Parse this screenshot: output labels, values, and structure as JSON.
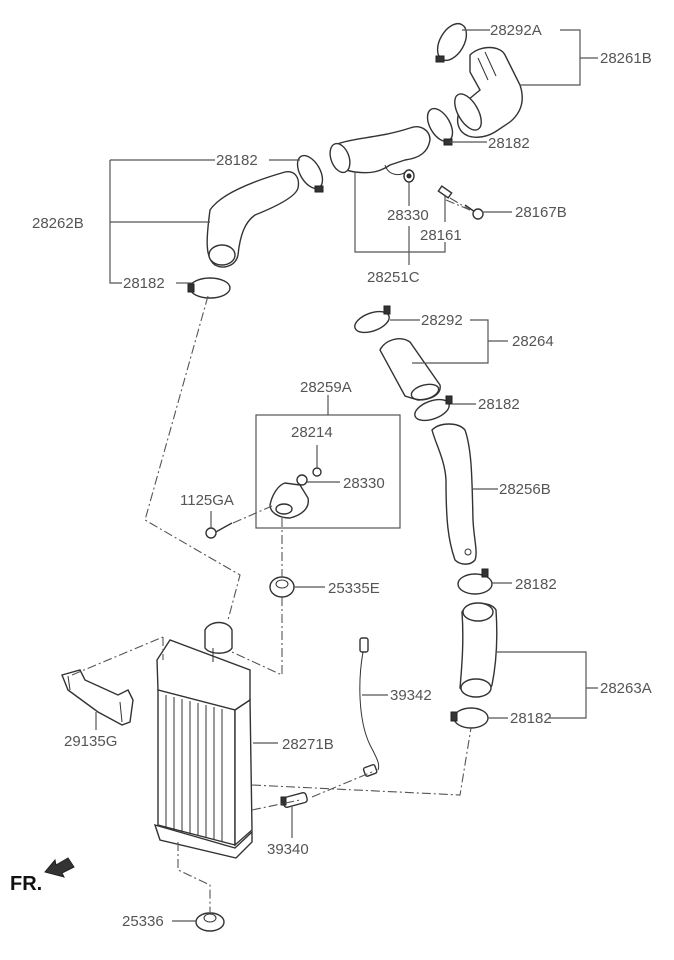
{
  "diagram": {
    "title": "Intercooler & Charge Air Hose Assembly",
    "orientation_label": "FR.",
    "orientation_icon": "front-direction-arrow-icon",
    "colors": {
      "background": "#ffffff",
      "line": "#333333",
      "label_text": "#555555"
    },
    "parts": [
      {
        "id": "p01",
        "number": "28292A",
        "description": "hose clamp"
      },
      {
        "id": "p02",
        "number": "28261B",
        "description": "upper hose assembly (group)"
      },
      {
        "id": "p03",
        "number": "28182",
        "description": "hose clamp (at 28261B)"
      },
      {
        "id": "p04",
        "number": "28182",
        "description": "hose clamp (upper left hose, top)"
      },
      {
        "id": "p05",
        "number": "28262B",
        "description": "bent hose (group)"
      },
      {
        "id": "p06",
        "number": "28182",
        "description": "hose clamp (upper left hose, bottom)"
      },
      {
        "id": "p07",
        "number": "28330",
        "description": "washer/cap"
      },
      {
        "id": "p08",
        "number": "28161",
        "description": "stud/pin"
      },
      {
        "id": "p09",
        "number": "28167B",
        "description": "bolt"
      },
      {
        "id": "p10",
        "number": "28251C",
        "description": "pipe assembly (group)"
      },
      {
        "id": "p11",
        "number": "28292",
        "description": "hose clamp"
      },
      {
        "id": "p12",
        "number": "28264",
        "description": "hose (group)"
      },
      {
        "id": "p13",
        "number": "28182",
        "description": "hose clamp (below 28264)"
      },
      {
        "id": "p14",
        "number": "28259A",
        "description": "bracket assembly (boxed group)"
      },
      {
        "id": "p15",
        "number": "28214",
        "description": "nut"
      },
      {
        "id": "p16",
        "number": "28330",
        "description": "washer (in bracket group)"
      },
      {
        "id": "p17",
        "number": "1125GA",
        "description": "bolt"
      },
      {
        "id": "p18",
        "number": "28256B",
        "description": "pipe"
      },
      {
        "id": "p19",
        "number": "25335E",
        "description": "mount insulator (top)"
      },
      {
        "id": "p20",
        "number": "28182",
        "description": "hose clamp (above 28263A)"
      },
      {
        "id": "p21",
        "number": "28263A",
        "description": "hose (group)"
      },
      {
        "id": "p22",
        "number": "28182",
        "description": "hose clamp (below 28263A)"
      },
      {
        "id": "p23",
        "number": "39342",
        "description": "sensor wire harness"
      },
      {
        "id": "p24",
        "number": "29135G",
        "description": "air guide"
      },
      {
        "id": "p25",
        "number": "28271B",
        "description": "intercooler"
      },
      {
        "id": "p26",
        "number": "39340",
        "description": "sensor"
      },
      {
        "id": "p27",
        "number": "25336",
        "description": "mount insulator (bottom)"
      }
    ]
  }
}
